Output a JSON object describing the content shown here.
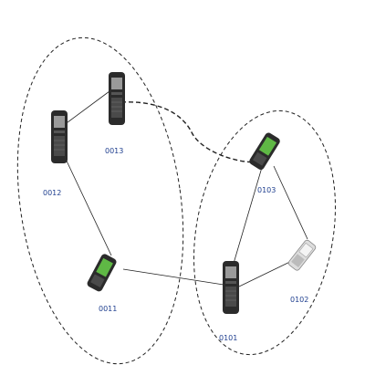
{
  "diagram": {
    "clusters": [
      {
        "id": "cluster-left"
      },
      {
        "id": "cluster-right"
      }
    ],
    "nodes": [
      {
        "id": "0013",
        "label": "0013",
        "device": "phone-dark"
      },
      {
        "id": "0012",
        "label": "0012",
        "device": "phone-dark"
      },
      {
        "id": "0011",
        "label": "0011",
        "device": "phone-green"
      },
      {
        "id": "0103",
        "label": "0103",
        "device": "phone-green"
      },
      {
        "id": "0101",
        "label": "0101",
        "device": "phone-dark"
      },
      {
        "id": "0102",
        "label": "0102",
        "device": "phone-white"
      }
    ],
    "links": [
      {
        "from": "0012",
        "to": "0013",
        "style": "solid"
      },
      {
        "from": "0012",
        "to": "0011",
        "style": "solid"
      },
      {
        "from": "0011",
        "to": "0101",
        "style": "solid"
      },
      {
        "from": "0101",
        "to": "0103",
        "style": "solid"
      },
      {
        "from": "0101",
        "to": "0102",
        "style": "solid"
      },
      {
        "from": "0103",
        "to": "0102",
        "style": "solid"
      },
      {
        "from": "0013",
        "to": "0103",
        "style": "dashed"
      }
    ],
    "colors": {
      "line": "#222222",
      "label": "#1f3f8f",
      "phone_dark": "#2b2b2b",
      "screen_green": "#5fb845",
      "phone_white": "#cccccc"
    }
  }
}
